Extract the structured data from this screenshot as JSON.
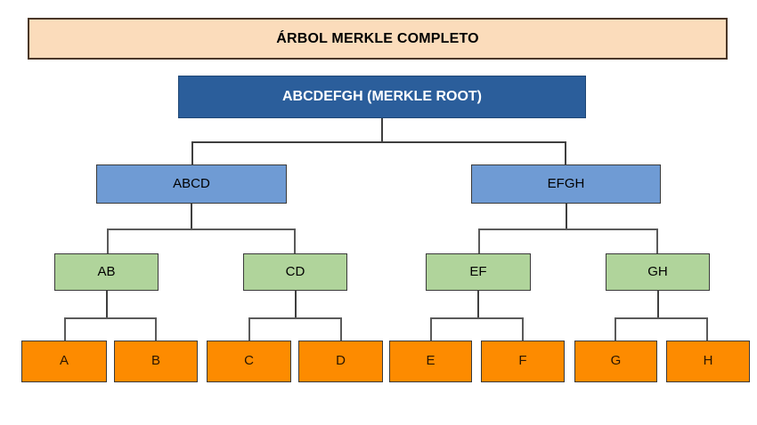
{
  "diagram": {
    "title": "ÁRBOL MERKLE COMPLETO",
    "type": "merkle-tree",
    "levels": 4,
    "colors": {
      "title_fill": "#FBDCBB",
      "title_border": "#4A3728",
      "root_fill": "#2B5E9B",
      "root_text": "#FFFFFF",
      "branch_fill": "#6F9BD4",
      "pair_fill": "#B0D49B",
      "leaf_fill": "#FD8B00",
      "node_border": "#3A3A3A",
      "connector": "#3F3F3F",
      "background": "#FFFFFF"
    },
    "root": {
      "label": "ABCDEFGH (MERKLE ROOT)"
    },
    "branches": [
      {
        "label": "ABCD"
      },
      {
        "label": "EFGH"
      }
    ],
    "pairs": [
      {
        "label": "AB"
      },
      {
        "label": "CD"
      },
      {
        "label": "EF"
      },
      {
        "label": "GH"
      }
    ],
    "leaves": [
      {
        "label": "A"
      },
      {
        "label": "B"
      },
      {
        "label": "C"
      },
      {
        "label": "D"
      },
      {
        "label": "E"
      },
      {
        "label": "F"
      },
      {
        "label": "G"
      },
      {
        "label": "H"
      }
    ]
  }
}
